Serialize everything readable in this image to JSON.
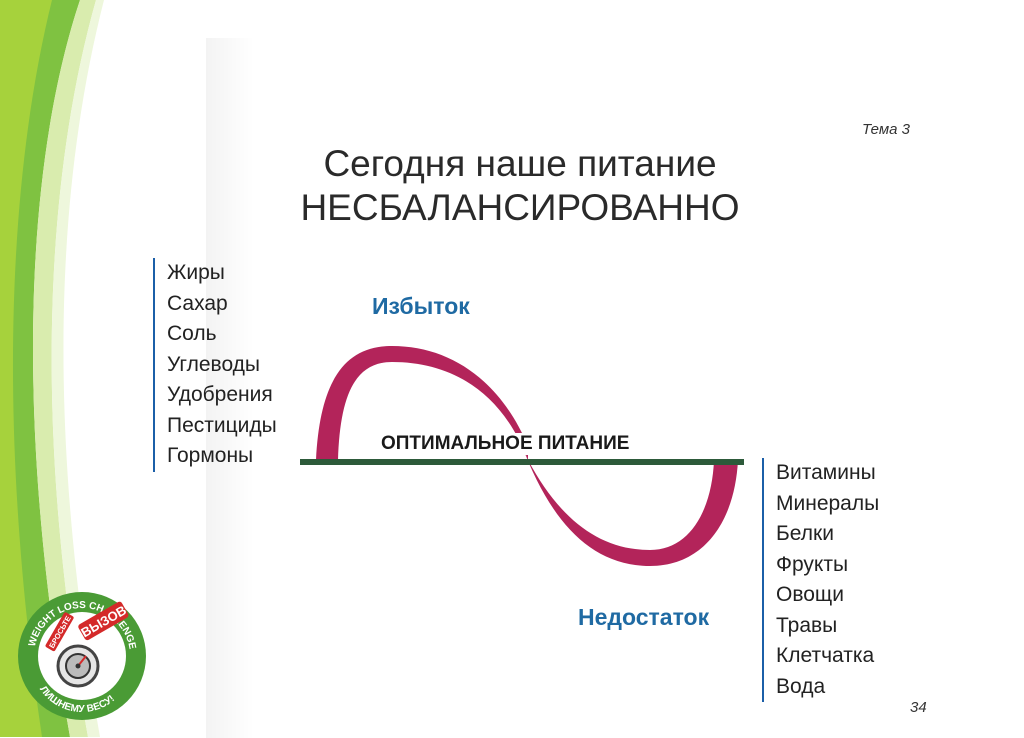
{
  "slide": {
    "topic": "Тема 3",
    "title_line1": "Сегодня наше питание",
    "title_line2": "НЕСБАЛАНСИРОВАННО",
    "excess_label": "Избыток",
    "deficit_label": "Недостаток",
    "optimal_label": "ОПТИМАЛЬНОЕ ПИТАНИЕ",
    "excess_items": [
      "Жиры",
      "Сахар",
      "Соль",
      "Углеводы",
      "Удобрения",
      "Пестициды",
      "Гормоны"
    ],
    "deficit_items": [
      "Витамины",
      "Минералы",
      "Белки",
      "Фрукты",
      "Овощи",
      "Травы",
      "Клетчатка",
      "Вода"
    ],
    "page_number": "34"
  },
  "logo": {
    "top_text": "WEIGHT LOSS CHALLENGE",
    "badge_text": "ВЫЗОВ",
    "small_text": "БРОСЬТЕ",
    "bottom_text": "ЛИШНЕМУ ВЕСУ!"
  },
  "colors": {
    "green_light": "#a6d23c",
    "green_dark": "#5fae2e",
    "wave": "#b3245a",
    "baseline": "#2d5a3a",
    "accent_blue": "#1f6aa3",
    "logo_red": "#d42a2a"
  }
}
